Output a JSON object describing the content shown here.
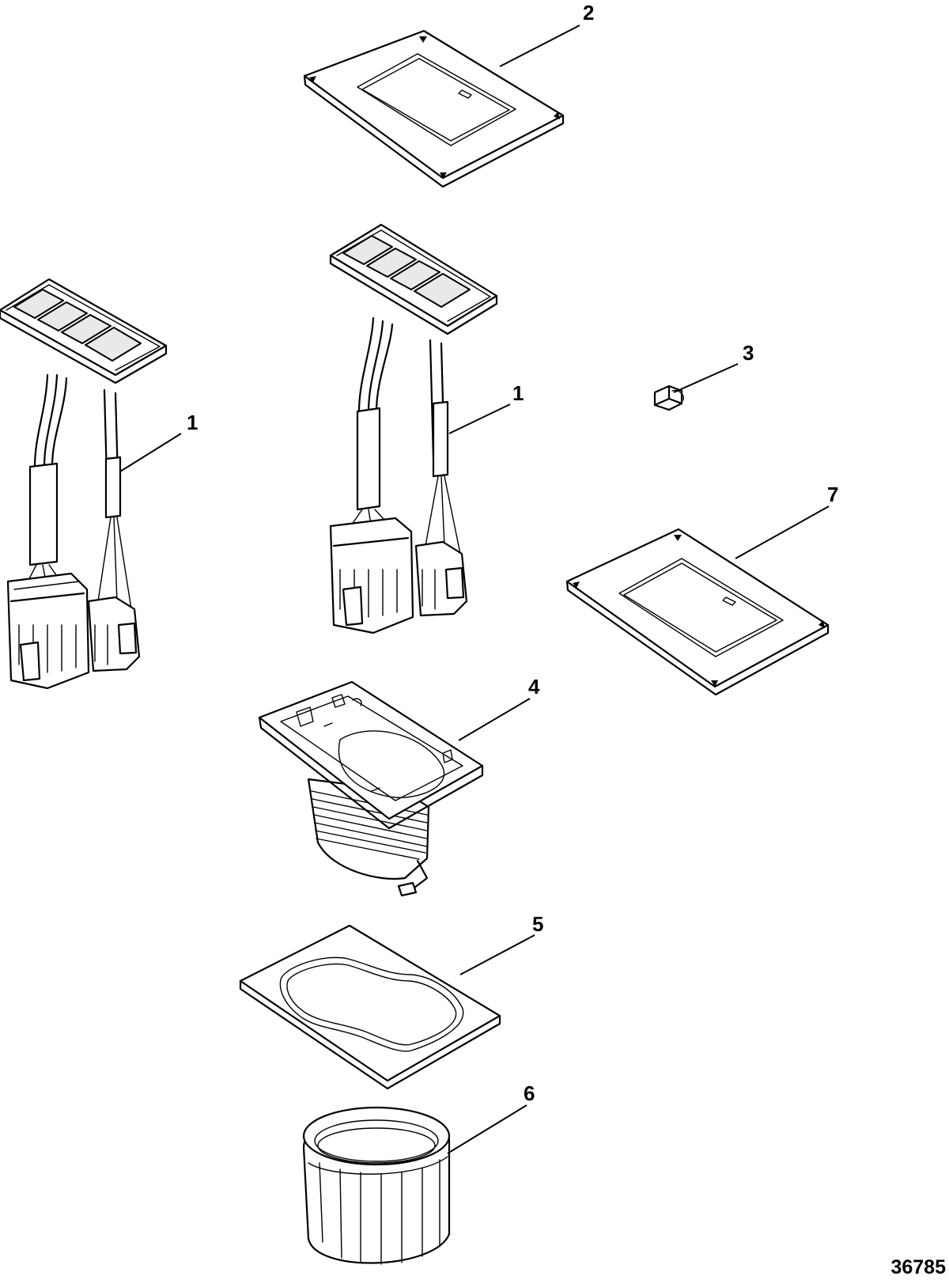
{
  "callouts": {
    "c1a": "1",
    "c1b": "1",
    "c2": "2",
    "c3": "3",
    "c4": "4",
    "c5": "5",
    "c6": "6",
    "c7": "7"
  },
  "figure_number": "36785"
}
